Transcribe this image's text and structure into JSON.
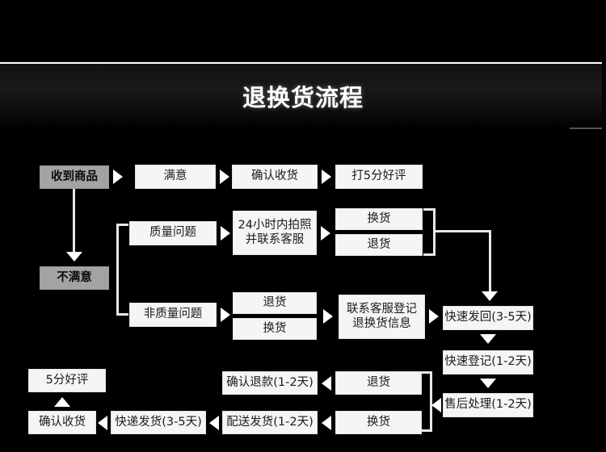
{
  "page": {
    "background_color": "#000000",
    "title": "退换货流程",
    "title_color": "#ffffff"
  },
  "top_strip": {
    "cells": [
      {
        "label": "strip-cell-1"
      },
      {
        "label": "strip-cell-2"
      },
      {
        "label": "strip-cell-3"
      },
      {
        "label": "strip-cell-4"
      }
    ]
  },
  "flow": {
    "accent_gray": "#a3a3a3",
    "node_bg": "#f5f5f5",
    "connector_color": "#e6e6f0",
    "nodes": {
      "received": "收到商品",
      "satisfied": "满意",
      "confirm_receipt_top": "确认收货",
      "five_star_rating_top": "打5分好评",
      "not_satisfied": "不满意",
      "quality_issue": "质量问题",
      "photo_contact": "24小时内拍照\n并联系客服",
      "exchange_q": "换货",
      "return_q": "退货",
      "non_quality_issue": "非质量问题",
      "return_nq": "退货",
      "exchange_nq": "换货",
      "contact_register": "联系客服登记\n退换货信息",
      "fast_send_back": "快速发回(3-5天)",
      "fast_register": "快速登记(1-2天)",
      "after_sales": "售后处理(1-2天)",
      "return_final": "退货",
      "exchange_final": "换货",
      "confirm_refund": "确认退款(1-2天)",
      "delivery_ship": "配送发货(1-2天)",
      "express_ship": "快递发货(3-5天)",
      "confirm_receipt_bottom": "确认收货",
      "five_star_rating_bottom": "5分好评"
    }
  }
}
